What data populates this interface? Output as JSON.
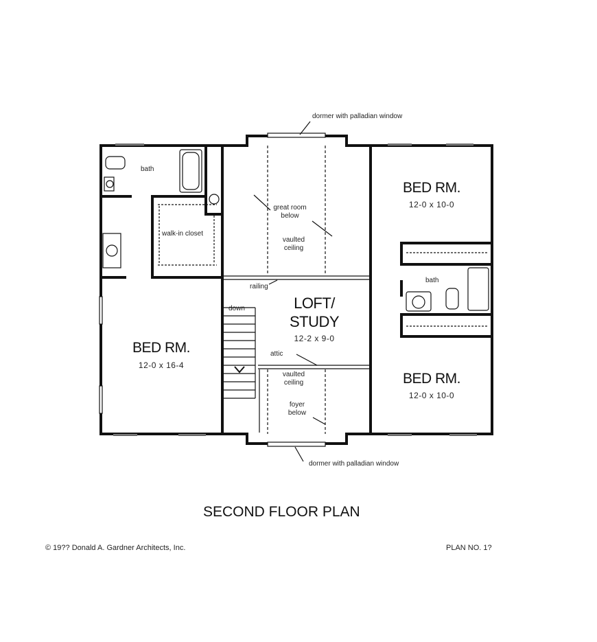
{
  "plan_title": "SECOND FLOOR PLAN",
  "copyright": "© 19?? Donald A. Gardner Architects, Inc.",
  "plan_number": "PLAN NO. 1?",
  "rooms": {
    "bed_top_right": {
      "name": "BED RM.",
      "size": "12-0 x 10-0"
    },
    "bed_left": {
      "name": "BED RM.",
      "size": "12-0 x 16-4"
    },
    "bed_bottom_right": {
      "name": "BED RM.",
      "size": "12-0 x 10-0"
    },
    "loft": {
      "name": "LOFT/\nSTUDY",
      "size": "12-2 x 9-0"
    }
  },
  "notes": {
    "dormer_top": "dormer with palladian window",
    "dormer_bottom": "dormer with palladian window",
    "bath_top": "bath",
    "bath_right": "bath",
    "closet": "walk-in closet",
    "great_room": "great room below",
    "vault_top": "vaulted ceiling",
    "railing": "railing",
    "down": "down",
    "attic": "attic",
    "vault_bottom": "vaulted ceiling",
    "foyer": "foyer below"
  },
  "colors": {
    "line": "#111111",
    "background": "#ffffff"
  }
}
